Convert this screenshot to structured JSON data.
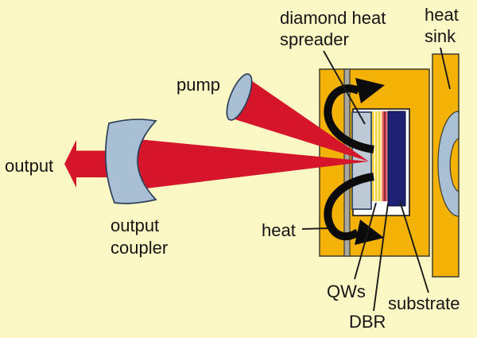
{
  "figure": {
    "labels": {
      "diamond_heat_spreader_line1": "diamond heat",
      "diamond_heat_spreader_line2": "spreader",
      "heat_sink_line1": "heat",
      "heat_sink_line2": "sink",
      "pump": "pump",
      "output": "output",
      "output_coupler_line1": "output",
      "output_coupler_line2": "coupler",
      "heat": "heat",
      "qws": "QWs",
      "dbr": "DBR",
      "substrate": "substrate"
    },
    "colors": {
      "background": "#FCF8C6",
      "heat_sink_gold": "#F4B106",
      "beam_red": "#D4152A",
      "optic_blue": "#A9BFD3",
      "diamond_blue": "#BDCAD6",
      "mount_gray": "#A9A89E",
      "substrate_navy": "#1E2173",
      "carrier_white": "#FFFFFF",
      "heat_arrow_black": "#0B0B0B"
    },
    "chip_stripes": [
      {
        "color": "#FDFBE8",
        "w": 1.5
      },
      {
        "color": "#F2D23E",
        "w": 2.5
      },
      {
        "color": "#FDFBE8",
        "w": 1.5
      },
      {
        "color": "#F2D23E",
        "w": 2.5
      },
      {
        "color": "#FFFEF5",
        "w": 1.2
      },
      {
        "color": "#F2D23E",
        "w": 2.8
      },
      {
        "color": "#FDF4CF",
        "w": 1.5
      },
      {
        "color": "#ED9D86",
        "w": 1.5
      },
      {
        "color": "#D94A52",
        "w": 1.5
      },
      {
        "color": "#8E2030",
        "w": 1.8
      },
      {
        "color": "#C93A46",
        "w": 1.5
      },
      {
        "color": "#E58A92",
        "w": 1.2
      },
      {
        "color": "#99222E",
        "w": 1.5
      }
    ]
  }
}
